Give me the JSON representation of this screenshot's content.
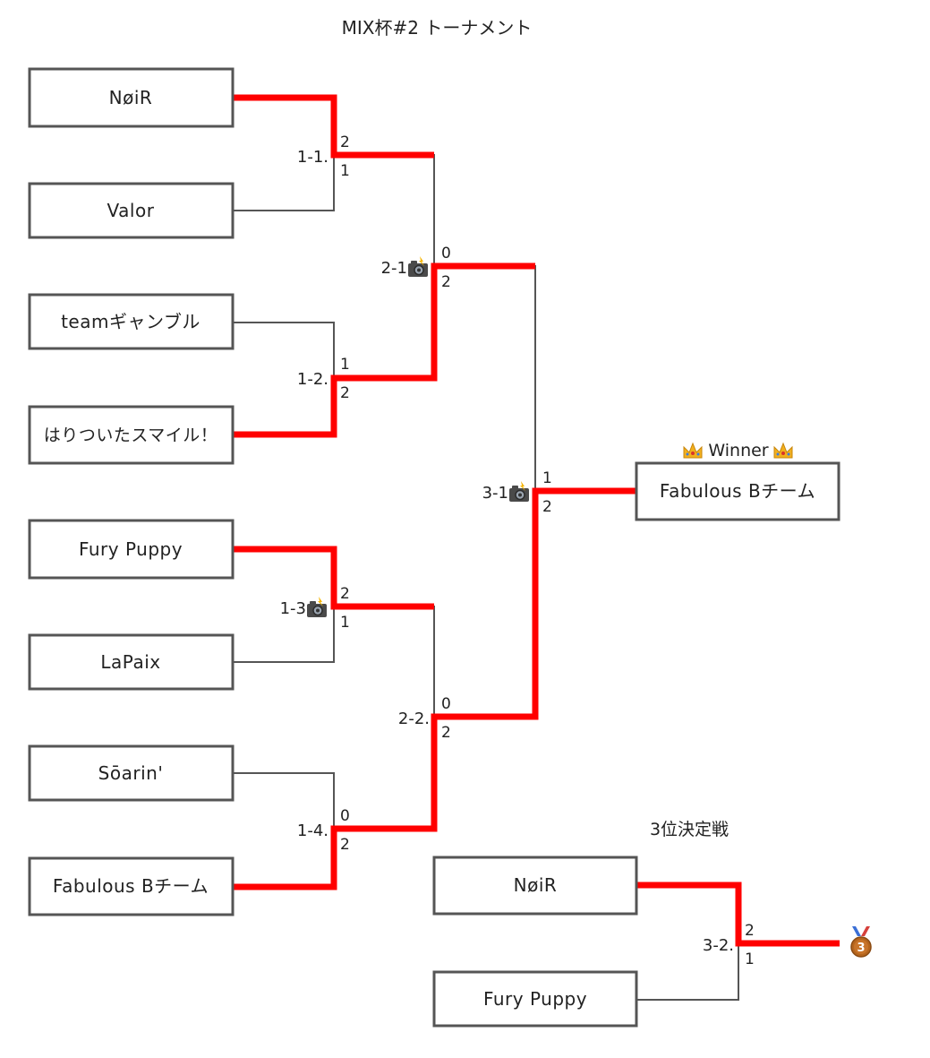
{
  "title": "MIX杯#2 トーナメント",
  "accent_color": "#ff0000",
  "line_color": "#555555",
  "teams": {
    "r1_1_top": "NøiR",
    "r1_1_bottom": "Valor",
    "r1_2_top": "teamギャンブル",
    "r1_2_bottom": "はりついたスマイル！",
    "r1_3_top": "Fury Puppy",
    "r1_3_bottom": "LaPaix",
    "r1_4_top": "Sōarin'",
    "r1_4_bottom": "Fabulous Bチーム"
  },
  "matches": {
    "m1_1": {
      "label": "1-1.",
      "top_score": "2",
      "bottom_score": "1"
    },
    "m1_2": {
      "label": "1-2.",
      "top_score": "1",
      "bottom_score": "2"
    },
    "m1_3": {
      "label": "1-3",
      "top_score": "2",
      "bottom_score": "1",
      "icon": "camera-flash-icon"
    },
    "m1_4": {
      "label": "1-4.",
      "top_score": "0",
      "bottom_score": "2"
    },
    "m2_1": {
      "label": "2-1",
      "top_score": "0",
      "bottom_score": "2",
      "icon": "camera-flash-icon"
    },
    "m2_2": {
      "label": "2-2.",
      "top_score": "0",
      "bottom_score": "2"
    },
    "m3_1": {
      "label": "3-1",
      "top_score": "1",
      "bottom_score": "2",
      "icon": "camera-flash-icon"
    },
    "m3_2": {
      "label": "3-2.",
      "top_score": "2",
      "bottom_score": "1"
    }
  },
  "winner": {
    "heading": "Winner",
    "heading_icon": "crown-icon",
    "team": "Fabulous Bチーム"
  },
  "third_place": {
    "heading": "3位決定戦",
    "top_team": "NøiR",
    "bottom_team": "Fury Puppy",
    "result_icon": "bronze-medal-icon"
  }
}
